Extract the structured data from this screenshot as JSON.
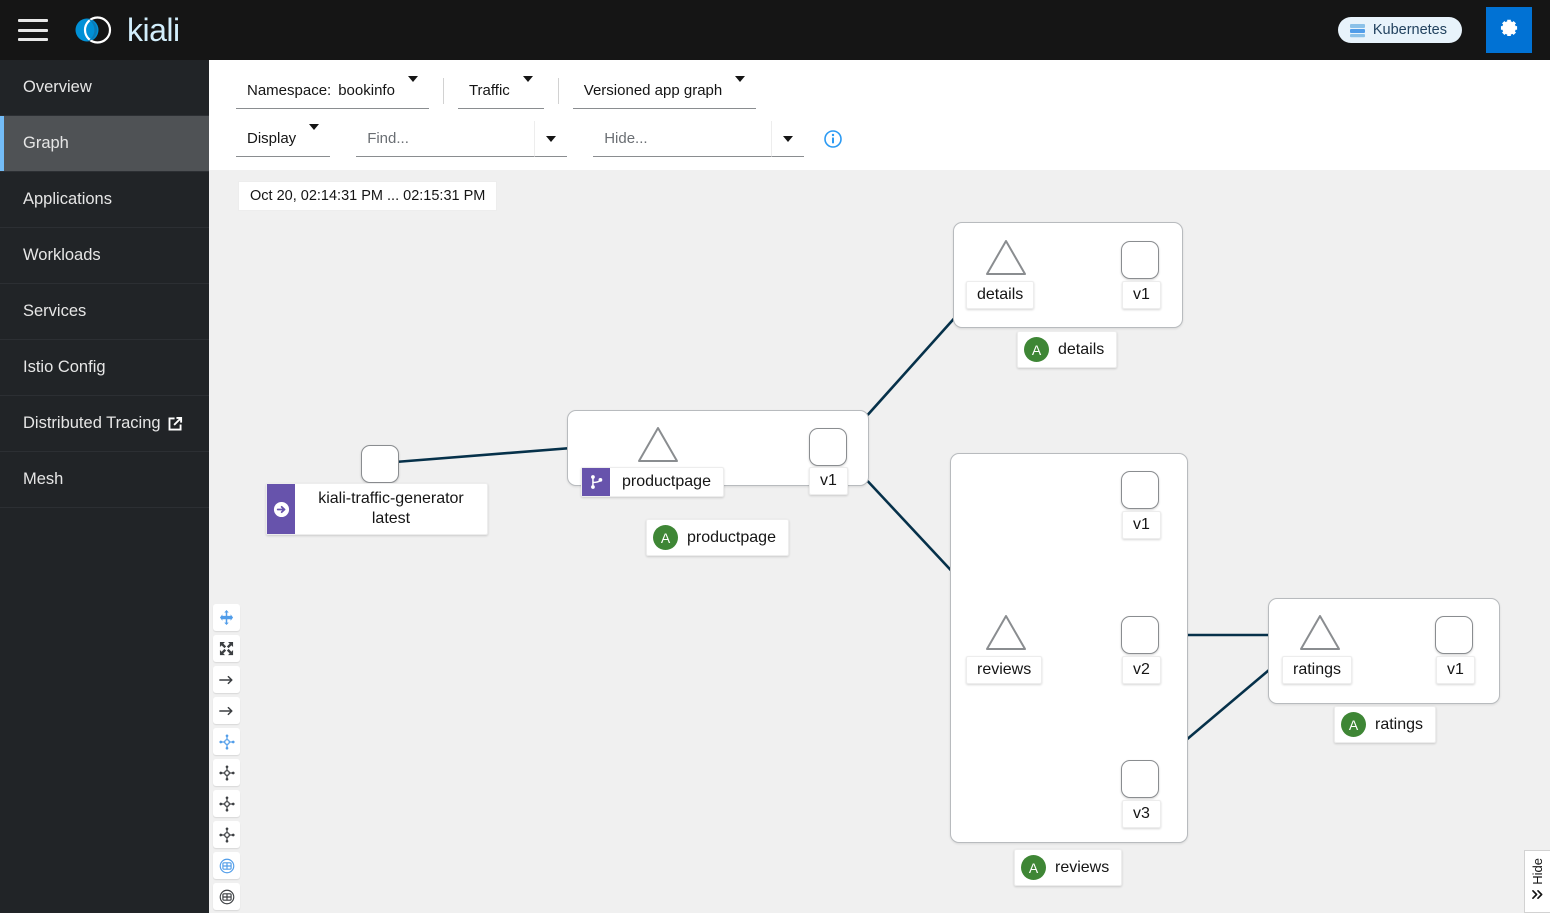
{
  "masthead": {
    "menu_icon": "hamburger-icon",
    "brand_name": "kiali",
    "brand_logo_icon": "kiali-logo-icon",
    "cluster_chip": {
      "label": "Kubernetes",
      "icon": "server-rack-icon"
    },
    "settings_icon": "gear-icon",
    "settings_bg": "#0172d4"
  },
  "sidebar": {
    "items": [
      {
        "label": "Overview",
        "active": false,
        "external": false
      },
      {
        "label": "Graph",
        "active": true,
        "external": false
      },
      {
        "label": "Applications",
        "active": false,
        "external": false
      },
      {
        "label": "Workloads",
        "active": false,
        "external": false
      },
      {
        "label": "Services",
        "active": false,
        "external": false
      },
      {
        "label": "Istio Config",
        "active": false,
        "external": false
      },
      {
        "label": "Distributed Tracing",
        "active": false,
        "external": true
      },
      {
        "label": "Mesh",
        "active": false,
        "external": false
      }
    ],
    "active_accent": "#73bcf7"
  },
  "toolbar": {
    "namespace_label": "Namespace:",
    "namespace_value": "bookinfo",
    "traffic_label": "Traffic",
    "graph_type_label": "Versioned app graph",
    "display_label": "Display",
    "find_placeholder": "Find...",
    "find_value": "",
    "hide_placeholder": "Hide...",
    "hide_value": "",
    "info_icon": "info-circle-icon"
  },
  "graph": {
    "timestamp": "Oct 20, 02:14:31 PM ... 02:15:31 PM",
    "edge_color": "#06314a",
    "app_badge_color": "#3e8635",
    "istio_badge_color": "#6753ac",
    "groups": [
      {
        "id": "details",
        "label": "details",
        "badge": "A"
      },
      {
        "id": "productpage",
        "label": "productpage",
        "badge": "A"
      },
      {
        "id": "reviews",
        "label": "reviews",
        "badge": "A"
      },
      {
        "id": "ratings",
        "label": "ratings",
        "badge": "A"
      }
    ],
    "services": [
      {
        "id": "svc-details",
        "label": "details",
        "badge_icon": null
      },
      {
        "id": "svc-productpage",
        "label": "productpage",
        "badge_icon": "virtual-service-icon"
      },
      {
        "id": "svc-reviews",
        "label": "reviews",
        "badge_icon": null
      },
      {
        "id": "svc-ratings",
        "label": "ratings",
        "badge_icon": null
      }
    ],
    "workloads": [
      {
        "id": "details-v1",
        "label": "v1"
      },
      {
        "id": "productpage-v1",
        "label": "v1"
      },
      {
        "id": "reviews-v1",
        "label": "v1"
      },
      {
        "id": "reviews-v2",
        "label": "v2"
      },
      {
        "id": "reviews-v3",
        "label": "v3"
      },
      {
        "id": "ratings-v1",
        "label": "v1"
      }
    ],
    "external_node": {
      "id": "kiali-traffic-generator",
      "line1": "kiali-traffic-generator",
      "line2": "latest",
      "badge_icon": "workload-entry-icon"
    },
    "edges": [
      {
        "from": "kiali-traffic-generator",
        "to": "svc-productpage"
      },
      {
        "from": "svc-productpage",
        "to": "productpage-v1"
      },
      {
        "from": "productpage-v1",
        "to": "svc-details"
      },
      {
        "from": "svc-details",
        "to": "details-v1"
      },
      {
        "from": "productpage-v1",
        "to": "svc-reviews"
      },
      {
        "from": "svc-reviews",
        "to": "reviews-v1"
      },
      {
        "from": "svc-reviews",
        "to": "reviews-v2"
      },
      {
        "from": "svc-reviews",
        "to": "reviews-v3"
      },
      {
        "from": "reviews-v2",
        "to": "svc-ratings"
      },
      {
        "from": "reviews-v3",
        "to": "svc-ratings"
      },
      {
        "from": "svc-ratings",
        "to": "ratings-v1"
      }
    ],
    "tools": [
      {
        "name": "drag-pan-tool",
        "active": true
      },
      {
        "name": "fit-to-screen-tool",
        "active": false
      },
      {
        "name": "zoom-in-tool",
        "active": false
      },
      {
        "name": "zoom-out-tool",
        "active": false
      },
      {
        "name": "layout-dagre-tool",
        "active": true
      },
      {
        "name": "layout-grid-tool",
        "active": false
      },
      {
        "name": "layout-concentric-tool",
        "active": false
      },
      {
        "name": "layout-cose-tool",
        "active": false
      },
      {
        "name": "namespace-box-tool",
        "active": true
      },
      {
        "name": "cluster-box-tool",
        "active": false
      }
    ],
    "hide_tab_label": "Hide",
    "hide_tab_icon": "double-chevron-right-icon"
  }
}
